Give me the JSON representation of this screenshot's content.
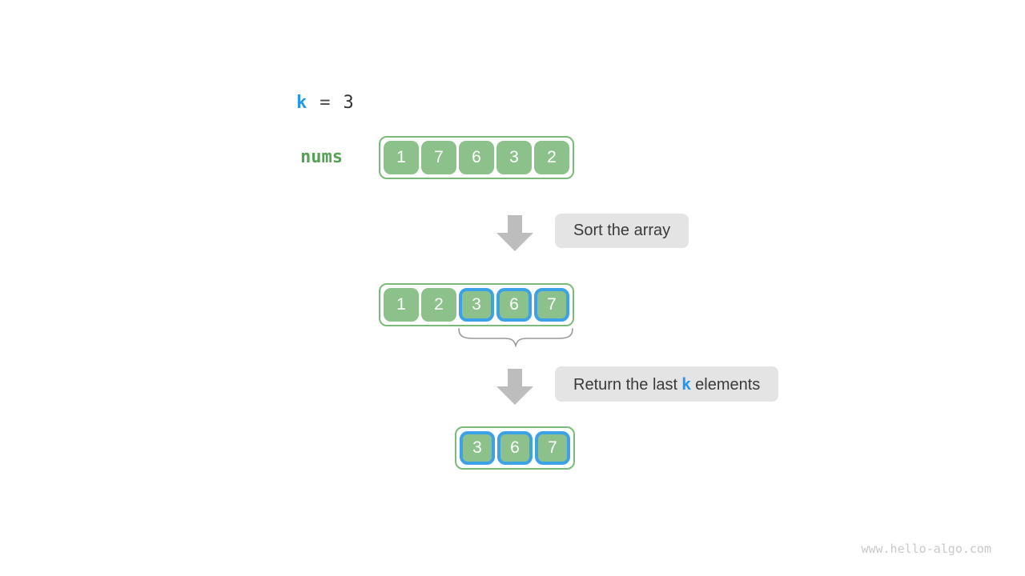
{
  "colors": {
    "k_blue": "#2196F3",
    "nums_green": "#55A155",
    "cell_green": "#8CC18C",
    "container_green": "#7CBA7C",
    "highlight_blue": "#3DA1E8",
    "label_bg": "#E4E4E4",
    "label_text": "#3A3A3A",
    "arrow_gray": "#BDBDBD",
    "brace_gray": "#999999",
    "text_dark": "#333333",
    "watermark_gray": "#C9C9C9"
  },
  "variable": {
    "name": "k",
    "equals": "=",
    "value": "3"
  },
  "nums_label": "nums",
  "arrays": {
    "initial": {
      "values": [
        "1",
        "7",
        "6",
        "3",
        "2"
      ],
      "highlighted": [
        false,
        false,
        false,
        false,
        false
      ]
    },
    "sorted": {
      "values": [
        "1",
        "2",
        "3",
        "6",
        "7"
      ],
      "highlighted": [
        false,
        false,
        true,
        true,
        true
      ]
    },
    "result": {
      "values": [
        "3",
        "6",
        "7"
      ],
      "highlighted": [
        true,
        true,
        true
      ]
    }
  },
  "steps": {
    "sort": {
      "label": "Sort the array"
    },
    "return": {
      "prefix": "Return the last",
      "k": "k",
      "suffix": "elements"
    }
  },
  "watermark": "www.hello-algo.com"
}
